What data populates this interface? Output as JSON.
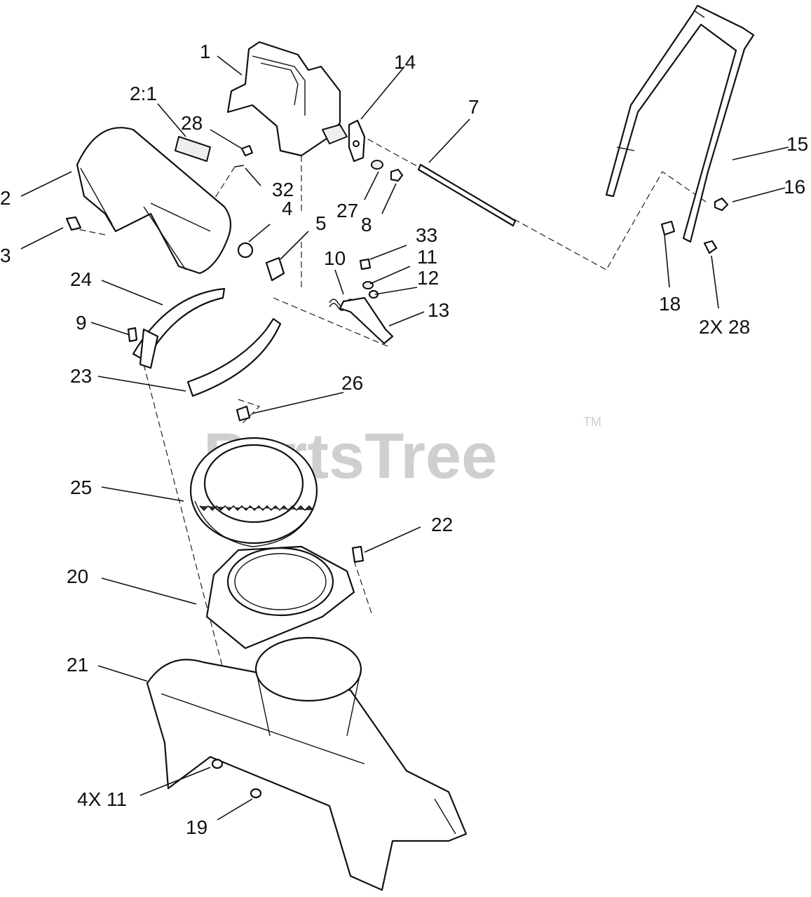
{
  "watermark": {
    "text": "PartsTree",
    "trademark": "TM"
  },
  "callouts": [
    {
      "id": "c1",
      "text": "1"
    },
    {
      "id": "c2",
      "text": "2"
    },
    {
      "id": "c3",
      "text": "3"
    },
    {
      "id": "c4",
      "text": "4"
    },
    {
      "id": "c5",
      "text": "5"
    },
    {
      "id": "c7",
      "text": "7"
    },
    {
      "id": "c8",
      "text": "8"
    },
    {
      "id": "c9",
      "text": "9"
    },
    {
      "id": "c10",
      "text": "10"
    },
    {
      "id": "c11",
      "text": "11"
    },
    {
      "id": "c12",
      "text": "12"
    },
    {
      "id": "c13",
      "text": "13"
    },
    {
      "id": "c14",
      "text": "14"
    },
    {
      "id": "c15",
      "text": "15"
    },
    {
      "id": "c16",
      "text": "16"
    },
    {
      "id": "c18",
      "text": "18"
    },
    {
      "id": "c19",
      "text": "19"
    },
    {
      "id": "c20",
      "text": "20"
    },
    {
      "id": "c21",
      "text": "21"
    },
    {
      "id": "c22",
      "text": "22"
    },
    {
      "id": "c23",
      "text": "23"
    },
    {
      "id": "c24",
      "text": "24"
    },
    {
      "id": "c25",
      "text": "25"
    },
    {
      "id": "c26",
      "text": "26"
    },
    {
      "id": "c27",
      "text": "27"
    },
    {
      "id": "c28",
      "text": "28"
    },
    {
      "id": "c32",
      "text": "32"
    },
    {
      "id": "c33",
      "text": "33"
    },
    {
      "id": "c2x28",
      "text": "2X 28"
    },
    {
      "id": "c21ratio",
      "text": "2:1"
    },
    {
      "id": "c4x11",
      "text": "4X 11"
    }
  ]
}
